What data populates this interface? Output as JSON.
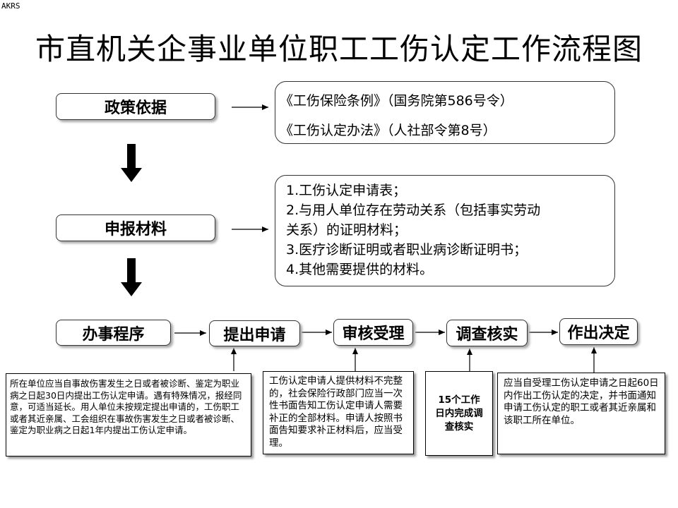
{
  "corner_label": "AKRS",
  "title": "市直机关企事业单位职工工伤认定工作流程图",
  "sections": {
    "policy": {
      "label": "政策依据",
      "items": [
        "《工伤保险条例》（国务院第586号令）",
        "《工伤认定办法》（人社部令第8号）"
      ]
    },
    "materials": {
      "label": "申报材料",
      "items": [
        "1.工伤认定申请表；",
        "2.与用人单位存在劳动关系（包括事实劳动",
        "关系）的证明材料；",
        "3.医疗诊断证明或者职业病诊断证明书；",
        "4.其他需要提供的材料。"
      ]
    },
    "procedure": {
      "label": "办事程序",
      "steps": [
        "提出申请",
        "审核受理",
        "调查核实",
        "作出决定"
      ]
    }
  },
  "notes": {
    "apply": "所在单位应当自事故伤害发生之日或者被诊断、鉴定为职业病之日起30日内提出工伤认定申请。遇有特殊情况，报经同意，可适当延长。用人单位未按规定提出申请的，工伤职工或者其近亲属、工会组织在事故伤害发生之日或者被诊断、鉴定为职业病之日起1年内提出工伤认定申请。",
    "review": "工伤认定申请人提供材料不完整的，社会保险行政部门应当一次性书面告知工伤认定申请人需要补正的全部材料。申请人按照书面告知要求补正材料后，应当受理。",
    "investigate": "15个工作日内完成调查核实",
    "decide": "应当自受理工伤认定申请之日起60日内作出工伤认定的决定，并书面通知申请工伤认定的职工或者其近亲属和该职工所在单位。"
  }
}
